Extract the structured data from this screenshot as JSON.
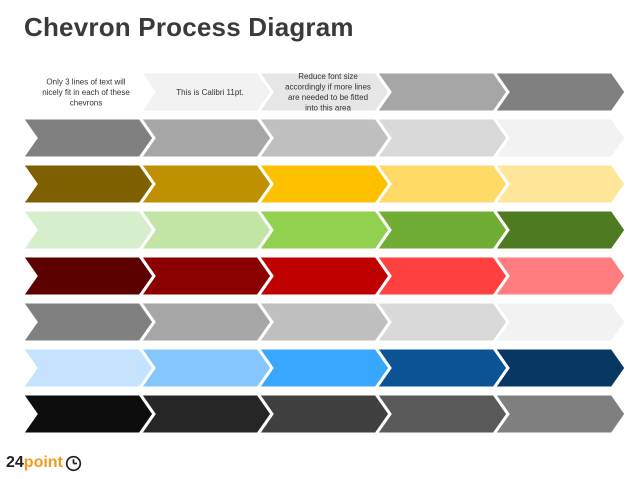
{
  "title": "Chevron Process Diagram",
  "rows": [
    {
      "colors": [
        "#ffffff",
        "#f2f2f2",
        "#e6e6e6",
        "#a6a6a6",
        "#808080"
      ],
      "texts": [
        [
          "Only 3 lines of text will",
          "nicely fit in each of these",
          "chevrons"
        ],
        [
          "This is Calibri 11pt."
        ],
        [
          "Reduce font size",
          "accordingly if more lines",
          "are needed to be fitted",
          "into this area"
        ],
        [],
        []
      ]
    },
    {
      "colors": [
        "#808080",
        "#a6a6a6",
        "#bfbfbf",
        "#d9d9d9",
        "#f2f2f2"
      ],
      "texts": []
    },
    {
      "colors": [
        "#7f6000",
        "#bf9000",
        "#ffc000",
        "#ffd966",
        "#ffe699"
      ],
      "texts": []
    },
    {
      "colors": [
        "#d6eecb",
        "#c1e5a5",
        "#92d050",
        "#70ad35",
        "#4e7a22"
      ],
      "texts": []
    },
    {
      "colors": [
        "#5c0000",
        "#8b0000",
        "#c00000",
        "#ff4040",
        "#ff7c80"
      ],
      "texts": []
    },
    {
      "colors": [
        "#808080",
        "#a6a6a6",
        "#bfbfbf",
        "#d9d9d9",
        "#f2f2f2"
      ],
      "texts": []
    },
    {
      "colors": [
        "#c5e3ff",
        "#85c6ff",
        "#3aa7ff",
        "#0b5394",
        "#073763"
      ],
      "texts": []
    },
    {
      "colors": [
        "#0d0d0d",
        "#262626",
        "#404040",
        "#595959",
        "#7f7f7f"
      ],
      "texts": []
    }
  ],
  "logo": {
    "number": "24",
    "word": "point"
  }
}
